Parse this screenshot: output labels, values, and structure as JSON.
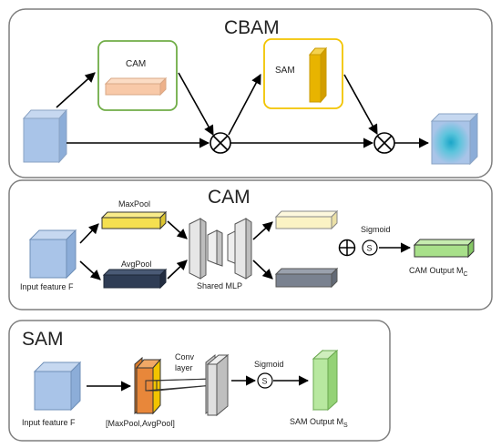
{
  "cbam": {
    "title": "CBAM",
    "cam_label": "CAM",
    "sam_label": "SAM"
  },
  "cam": {
    "title": "CAM",
    "maxpool": "MaxPool",
    "avgpool": "AvgPool",
    "input_label": "Input feature F",
    "mlp_label": "Shared MLP",
    "sigmoid": "Sigmoid",
    "sigma": "S",
    "output_label": "CAM Output M",
    "output_sub": "C"
  },
  "sam": {
    "title": "SAM",
    "input_label": "Input feature F",
    "pool_label": "[MaxPool,AvgPool]",
    "conv_line1": "Conv",
    "conv_line2": "layer",
    "sigmoid": "Sigmoid",
    "sigma": "S",
    "output_label": "SAM Output M",
    "output_sub": "S"
  },
  "colors": {
    "panel_border": "#7f7f7f",
    "cam_box_border": "#70ad47",
    "sam_box_border": "#f2c400",
    "input_blue": "#a9c4e8",
    "maxpool_yellow": "#f5e050",
    "avgpool_navy": "#2f3d55",
    "light_yellow": "#fbf3c4",
    "gray_bar": "#7a8290",
    "green_out": "#a8e08a",
    "orange": "#e8873a"
  }
}
